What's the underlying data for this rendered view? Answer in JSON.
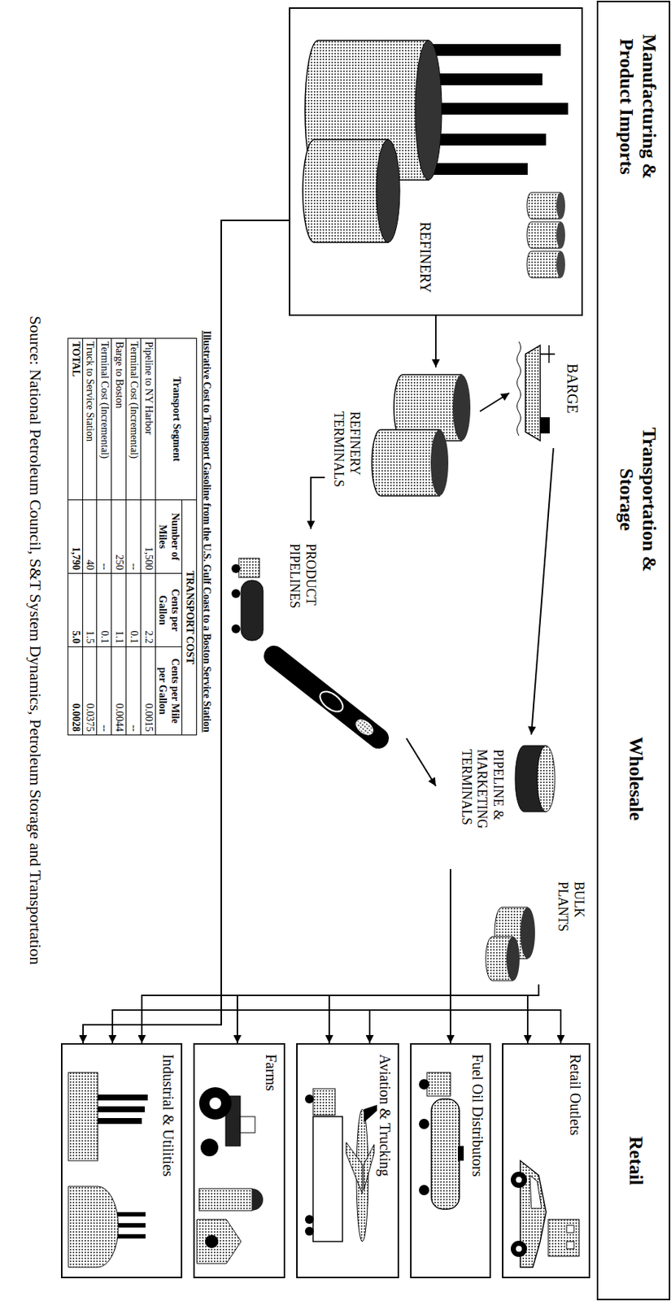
{
  "diagram": {
    "nodes": [
      {
        "text": [
          "REFINERY"
        ]
      },
      {
        "text": [
          "BARGE"
        ]
      },
      {
        "text": [
          "REFINERY TERMINALS"
        ]
      },
      {
        "text": [
          "PRODUCT PIPELINES"
        ]
      },
      {
        "text": [
          "PIPELINE & MARKETING TERMINALS"
        ]
      },
      {
        "text": [
          "BULK PLANTS"
        ]
      },
      {
        "text": [
          "Retail Outlets"
        ]
      },
      {
        "text": [
          "Fuel Oil Distributors"
        ]
      },
      {
        "text": [
          "Aviation & Trucking"
        ]
      },
      {
        "text": [
          "Farms"
        ]
      },
      {
        "text": [
          "Industrial & Utilities"
        ]
      }
    ],
    "edges": [
      {
        "from": 0,
        "to": 2,
        "arrow": "to"
      },
      {
        "from": 2,
        "to": 1,
        "arrow": "to"
      },
      {
        "from": 1,
        "to": 4,
        "arrow": "to"
      },
      {
        "from": 2,
        "to": 3,
        "arrow": "to"
      },
      {
        "from": 3,
        "to": 4,
        "arrow": "to"
      },
      {
        "from": 4,
        "to": 6,
        "arrow": "to"
      },
      {
        "from": 5,
        "to": 6,
        "arrow": "to"
      },
      {
        "from": 5,
        "to": 7,
        "arrow": "to"
      },
      {
        "from": 4,
        "to": 8,
        "arrow": "to"
      },
      {
        "from": 5,
        "to": 8,
        "arrow": "to"
      },
      {
        "from": 5,
        "to": 9,
        "arrow": "to"
      },
      {
        "from": 5,
        "to": 10,
        "arrow": "to"
      },
      {
        "from": 4,
        "to": 10,
        "arrow": "to"
      },
      {
        "from": 0,
        "to": 10,
        "arrow": "to"
      }
    ],
    "labels": [
      "Manufacturing & Product Imports",
      "Transportation & Storage",
      "Wholesale",
      "Retail",
      "Illustrative Cost to Transport Gasoline from the U.S. Gulf Coast to a Boston Service Station",
      "TRANSPORT COST",
      "Transport Segment",
      "Number of Miles",
      "Cents per Gallon",
      "Cents per Mile per Gallon",
      "Pipeline to NY Harbor",
      "1,500",
      "2.2",
      "0.0015",
      "Terminal Cost (Incremental)",
      "--",
      "0.1",
      "--",
      "Barge to Boston",
      "250",
      "1.1",
      "0.0044",
      "Terminal Cost (Incremental)",
      "--",
      "0.1",
      "--",
      "Truck to Service Station",
      "40",
      "1.5",
      "0.0375",
      "TOTAL",
      "1,790",
      "5.0",
      "0.0028",
      "Source: National Petroleum Council, S&T System Dynamics, Petroleum Storage and Transportation"
    ]
  }
}
